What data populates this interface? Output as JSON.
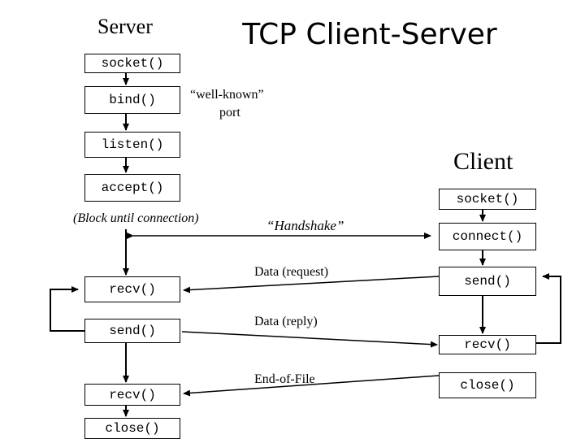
{
  "title": "TCP Client-Server",
  "server": {
    "heading": "Server",
    "socket": "socket()",
    "bind": "bind()",
    "listen": "listen()",
    "accept": "accept()",
    "block_note": "(Block until connection)",
    "recv1": "recv()",
    "send": "send()",
    "recv2": "recv()",
    "close": "close()"
  },
  "client": {
    "heading": "Client",
    "socket": "socket()",
    "connect": "connect()",
    "send": "send()",
    "recv": "recv()",
    "close": "close()"
  },
  "notes": {
    "well_known": "“well-known”",
    "port": "port",
    "handshake": "“Handshake”",
    "data_request": "Data (request)",
    "data_reply": "Data (reply)",
    "eof": "End-of-File"
  }
}
